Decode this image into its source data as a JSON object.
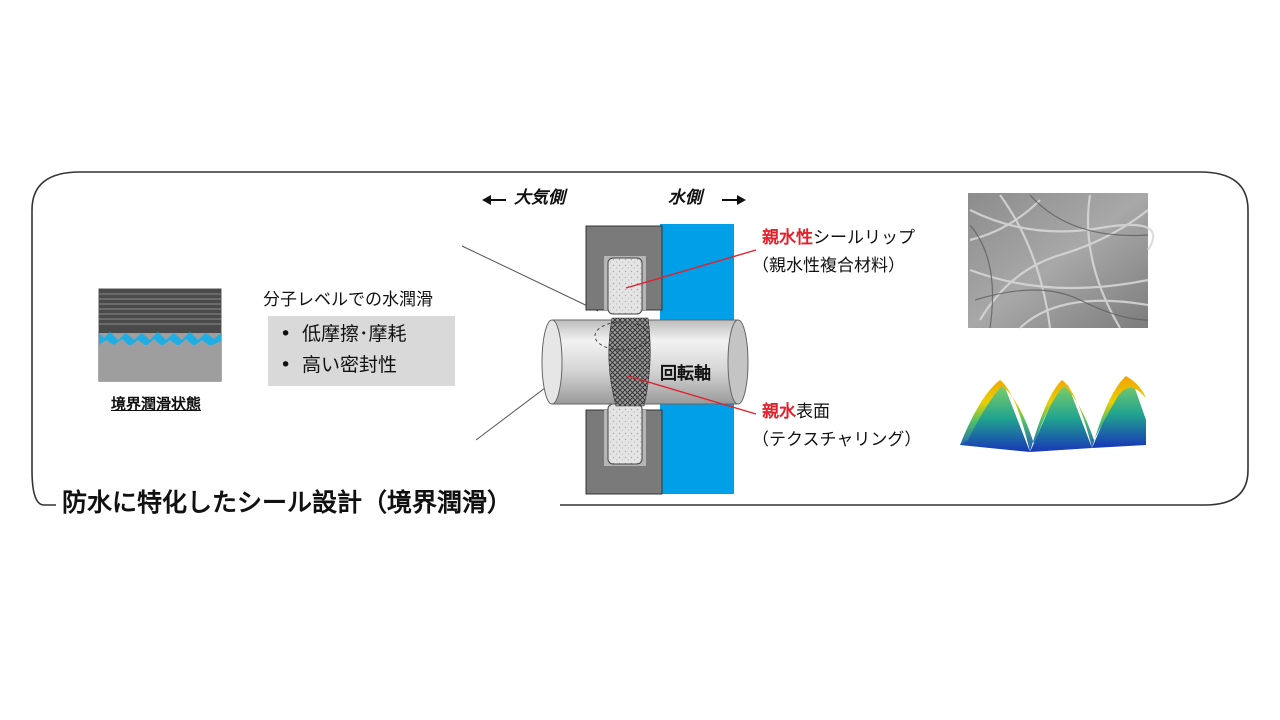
{
  "labels": {
    "atmosphere_side": "大気側",
    "water_side": "水側",
    "boundary_state": "境界潤滑状態",
    "molecular_lubrication": "分子レベルでの水潤滑",
    "benefits": [
      "低摩擦･摩耗",
      "高い密封性"
    ],
    "bullet_symbol": "•",
    "shaft": "回転軸",
    "lip_title_red": "親水性",
    "lip_title_rest": "シールリップ",
    "lip_sub": "（親水性複合材料）",
    "surface_title_red": "親水",
    "surface_title_rest": "表面",
    "surface_sub": "（テクスチャリング）",
    "caption": "防水に特化したシール設計（境界潤滑）"
  },
  "colors": {
    "water_blue": "#00a0e9",
    "seal_housing": "#7a7a7a",
    "seal_lip": "#dcdcdc",
    "highlight_red": "#e2212a",
    "benefit_box": "#d9d9d9",
    "shaft_gray": "#d8d8d8"
  }
}
